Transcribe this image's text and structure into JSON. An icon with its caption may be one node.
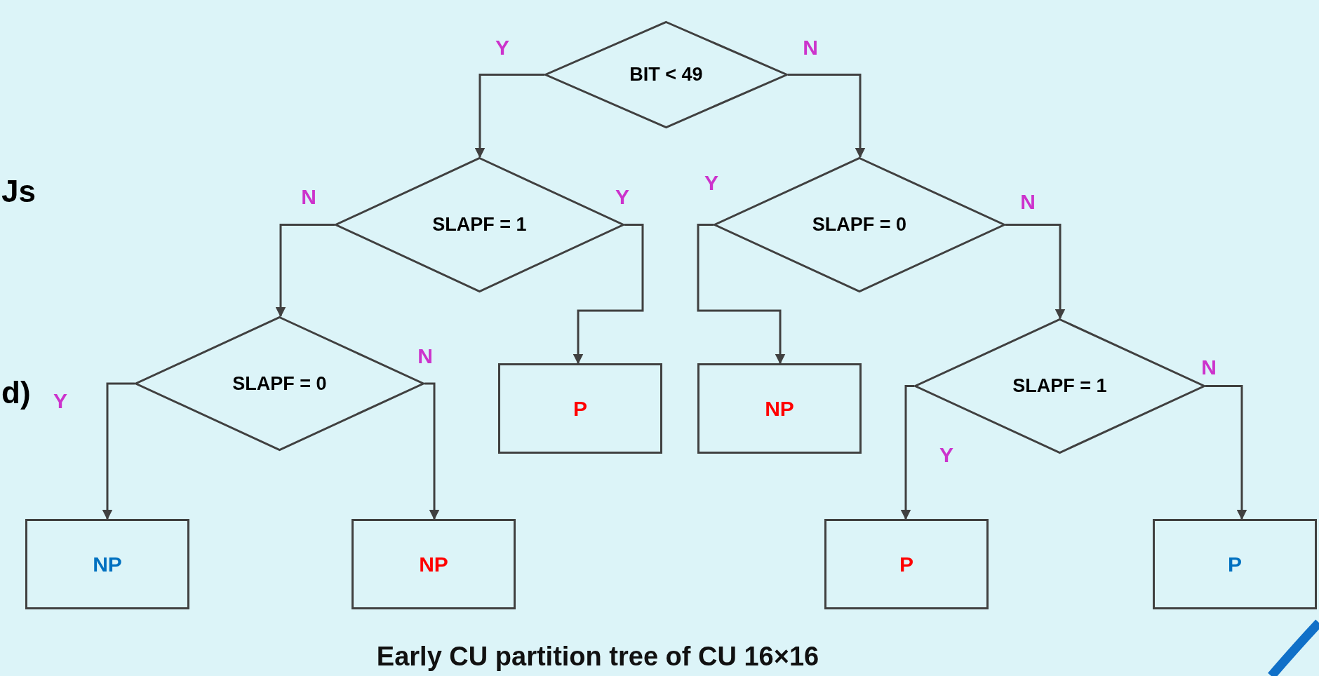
{
  "diagram": {
    "caption": "Early CU partition tree of CU 16×16",
    "nodes": [
      {
        "text": [
          "BIT < 49"
        ]
      },
      {
        "text": [
          "SLAPF = 1"
        ]
      },
      {
        "text": [
          "SLAPF = 0"
        ]
      },
      {
        "text": [
          "SLAPF = 0"
        ]
      },
      {
        "text": [
          "P"
        ]
      },
      {
        "text": [
          "NP"
        ]
      },
      {
        "text": [
          "SLAPF = 1"
        ]
      },
      {
        "text": [
          "NP"
        ]
      },
      {
        "text": [
          "NP"
        ]
      },
      {
        "text": [
          "P"
        ]
      },
      {
        "text": [
          "P"
        ]
      }
    ],
    "edges": [
      {
        "from": 0,
        "to": 1,
        "arrow": "to",
        "label": "Y"
      },
      {
        "from": 0,
        "to": 2,
        "arrow": "to",
        "label": "N"
      },
      {
        "from": 1,
        "to": 3,
        "arrow": "to",
        "label": "N"
      },
      {
        "from": 1,
        "to": 4,
        "arrow": "to",
        "label": "Y"
      },
      {
        "from": 2,
        "to": 5,
        "arrow": "to",
        "label": "Y"
      },
      {
        "from": 2,
        "to": 6,
        "arrow": "to",
        "label": "N"
      },
      {
        "from": 3,
        "to": 7,
        "arrow": "to",
        "label": "Y"
      },
      {
        "from": 3,
        "to": 8,
        "arrow": "to",
        "label": "N"
      },
      {
        "from": 6,
        "to": 9,
        "arrow": "to",
        "label": "Y"
      },
      {
        "from": 6,
        "to": 10,
        "arrow": "to",
        "label": "N"
      }
    ],
    "labels": [
      "Js",
      "d)"
    ]
  }
}
